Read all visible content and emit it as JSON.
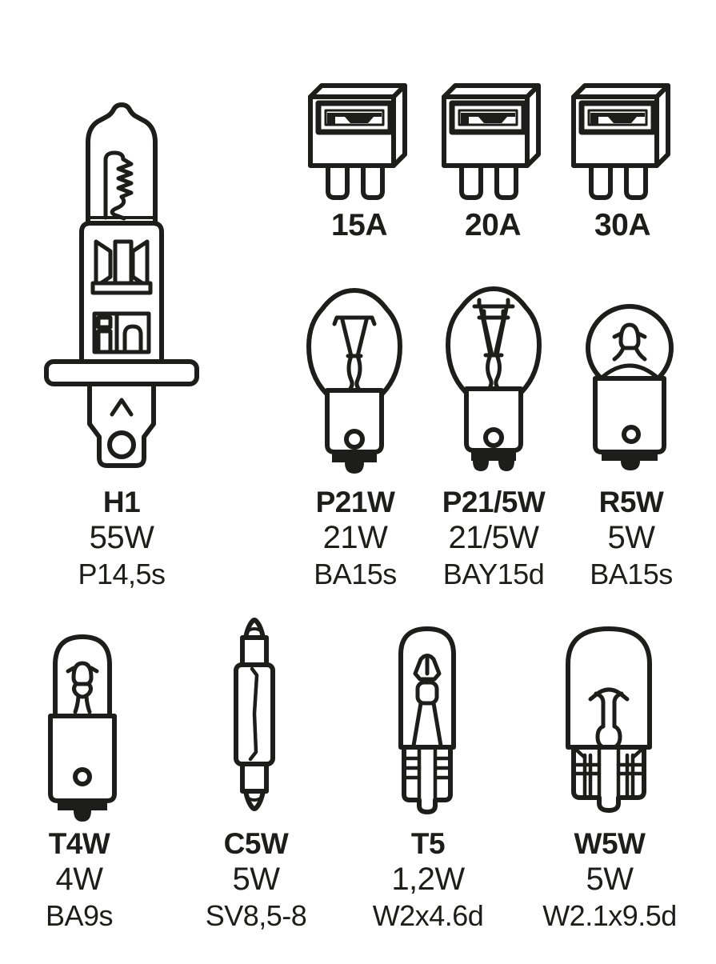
{
  "canvas": {
    "background": "#ffffff",
    "ink": "#1d1d1b"
  },
  "fuses": [
    {
      "label": "15A"
    },
    {
      "label": "20A"
    },
    {
      "label": "30A"
    }
  ],
  "bulbs": {
    "h1": {
      "name": "H1",
      "wattage": "55W",
      "base": "P14,5s"
    },
    "p21w": {
      "name": "P21W",
      "wattage": "21W",
      "base": "BA15s"
    },
    "p21_5w": {
      "name": "P21/5W",
      "wattage": "21/5W",
      "base": "BAY15d"
    },
    "r5w": {
      "name": "R5W",
      "wattage": "5W",
      "base": "BA15s"
    },
    "t4w": {
      "name": "T4W",
      "wattage": "4W",
      "base": "BA9s"
    },
    "c5w": {
      "name": "C5W",
      "wattage": "5W",
      "base": "SV8,5-8"
    },
    "t5": {
      "name": "T5",
      "wattage": "1,2W",
      "base": "W2x4.6d"
    },
    "w5w": {
      "name": "W5W",
      "wattage": "5W",
      "base": "W2.1x9.5d"
    }
  }
}
